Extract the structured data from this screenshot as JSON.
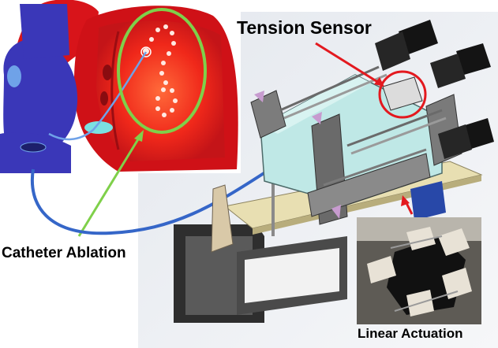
{
  "labels": {
    "tension_sensor": "Tension Sensor",
    "catheter_ablation": "Catheter Ablation",
    "linear_actuation": "Linear Actuation"
  },
  "colors": {
    "heart_red": "#d8141a",
    "heart_blue": "#3a37b8",
    "ablation_glow": "#ff3b1e",
    "callout_green": "#7fd04a",
    "callout_red": "#e3191f",
    "catheter_tube": "#3566c8",
    "frame_cyan": "#bfe8e6",
    "base_tan": "#e8dfb2",
    "stand_dark": "#4a4a4a"
  },
  "icons": [
    "heart-illustration",
    "ablation-electrode-loop",
    "device-cad-model",
    "actuation-photo"
  ]
}
